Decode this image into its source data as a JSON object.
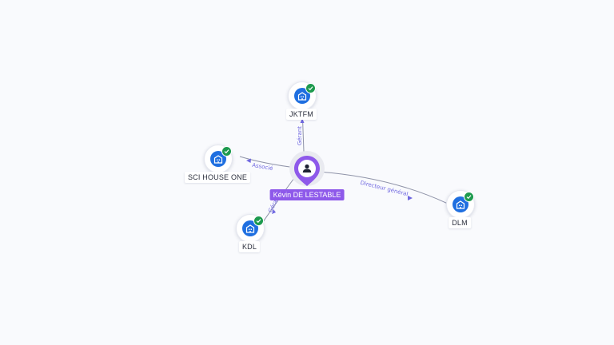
{
  "person": {
    "name": "Kévin DE LESTABLE",
    "icon": "user-icon",
    "color": "#8e59ea"
  },
  "companies": [
    {
      "id": "jktfm",
      "name": "JKTFM",
      "icon": "building-icon",
      "verified": true
    },
    {
      "id": "sci-house-one",
      "name": "SCI HOUSE ONE",
      "icon": "building-icon",
      "verified": true
    },
    {
      "id": "kdl",
      "name": "KDL",
      "icon": "building-icon",
      "verified": true
    },
    {
      "id": "dlm",
      "name": "DLM",
      "icon": "building-icon",
      "verified": true
    }
  ],
  "relations": {
    "jktfm": "Gérant",
    "sci_house_one": "Associé",
    "kdl": "Gérant",
    "dlm": "Directeur général"
  },
  "colors": {
    "company": "#1f6fe0",
    "verified": "#1d9a4e",
    "edge": "#8f93a8",
    "relation_label": "#6f67e0",
    "background": "#f9fafd"
  }
}
